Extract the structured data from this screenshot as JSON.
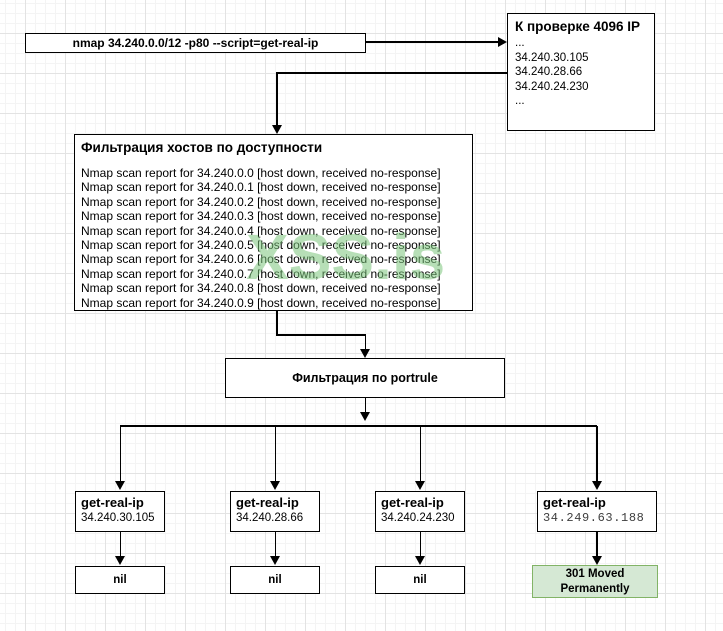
{
  "diagram": {
    "nmap_box": {
      "command": "nmap 34.240.0.0/12 -p80 --script=get-real-ip"
    },
    "check_box": {
      "title": "К проверке 4096 IP",
      "items": [
        "...",
        "34.240.30.105",
        "34.240.28.66",
        "34.240.24.230",
        "..."
      ]
    },
    "filter_box": {
      "title": "Фильтрация хостов по доступности",
      "reports": [
        "Nmap scan report for 34.240.0.0 [host down, received no-response]",
        "Nmap scan report for 34.240.0.1 [host down, received no-response]",
        "Nmap scan report for 34.240.0.2 [host down, received no-response]",
        "Nmap scan report for 34.240.0.3 [host down, received no-response]",
        "Nmap scan report for 34.240.0.4 [host down, received no-response]",
        "Nmap scan report for 34.240.0.5 [host down, received no-response]",
        "Nmap scan report for 34.240.0.6 [host down, received no-response]",
        "Nmap scan report for 34.240.0.7 [host down, received no-response]",
        "Nmap scan report for 34.240.0.8 [host down, received no-response]",
        "Nmap scan report for 34.240.0.9 [host down, received no-response]"
      ]
    },
    "portrule_box": {
      "label": "Фильтрация по portrule"
    },
    "columns": [
      {
        "label": "get-real-ip",
        "ip": "34.240.30.105",
        "result": "nil"
      },
      {
        "label": "get-real-ip",
        "ip": "34.240.28.66",
        "result": "nil"
      },
      {
        "label": "get-real-ip",
        "ip": "34.240.24.230",
        "result": "nil"
      },
      {
        "label": "get-real-ip",
        "ip": "34.249.63.188",
        "result": "301 Moved Permanently"
      }
    ],
    "watermark": {
      "text": "XSS.is"
    },
    "colors": {
      "success_fill": "#d5e8d4",
      "success_border": "#82b366",
      "watermark_green": "rgba(124,196,124,0.55)",
      "line": "#000000"
    }
  }
}
